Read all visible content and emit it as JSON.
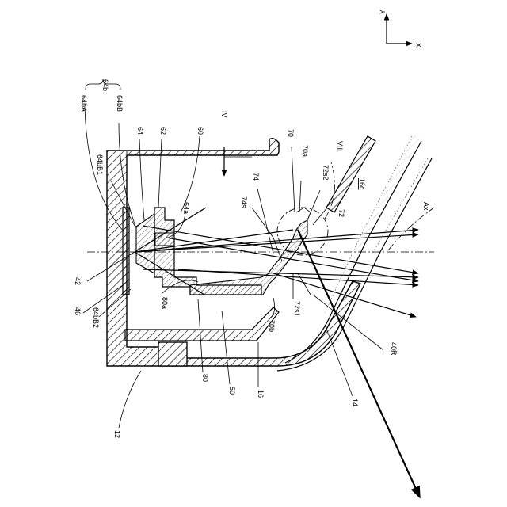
{
  "figure": {
    "axes": {
      "y": "Y",
      "x": "X"
    },
    "labels": {
      "l12": "12",
      "l14": "14",
      "l16": "16",
      "l16c": "16c",
      "l40R": "40R",
      "l42": "42",
      "l46": "46",
      "l50": "50",
      "l60": "60",
      "l62": "62",
      "l64": "64",
      "l64a": "64a",
      "l64b": "64b",
      "l64bA": "64bA",
      "l64bB": "64bB",
      "l64bB1": "64bB1",
      "l64bB2": "64bB2",
      "l70": "70",
      "l70a": "70a",
      "l70b": "70b",
      "l72": "72",
      "l72s1": "72s1",
      "l72s2": "72s2",
      "l74": "74",
      "l74s": "74s",
      "l80": "80",
      "l80a": "80a",
      "lAx": "Ax",
      "lIV": "IV",
      "lVIII": "VIII"
    }
  }
}
